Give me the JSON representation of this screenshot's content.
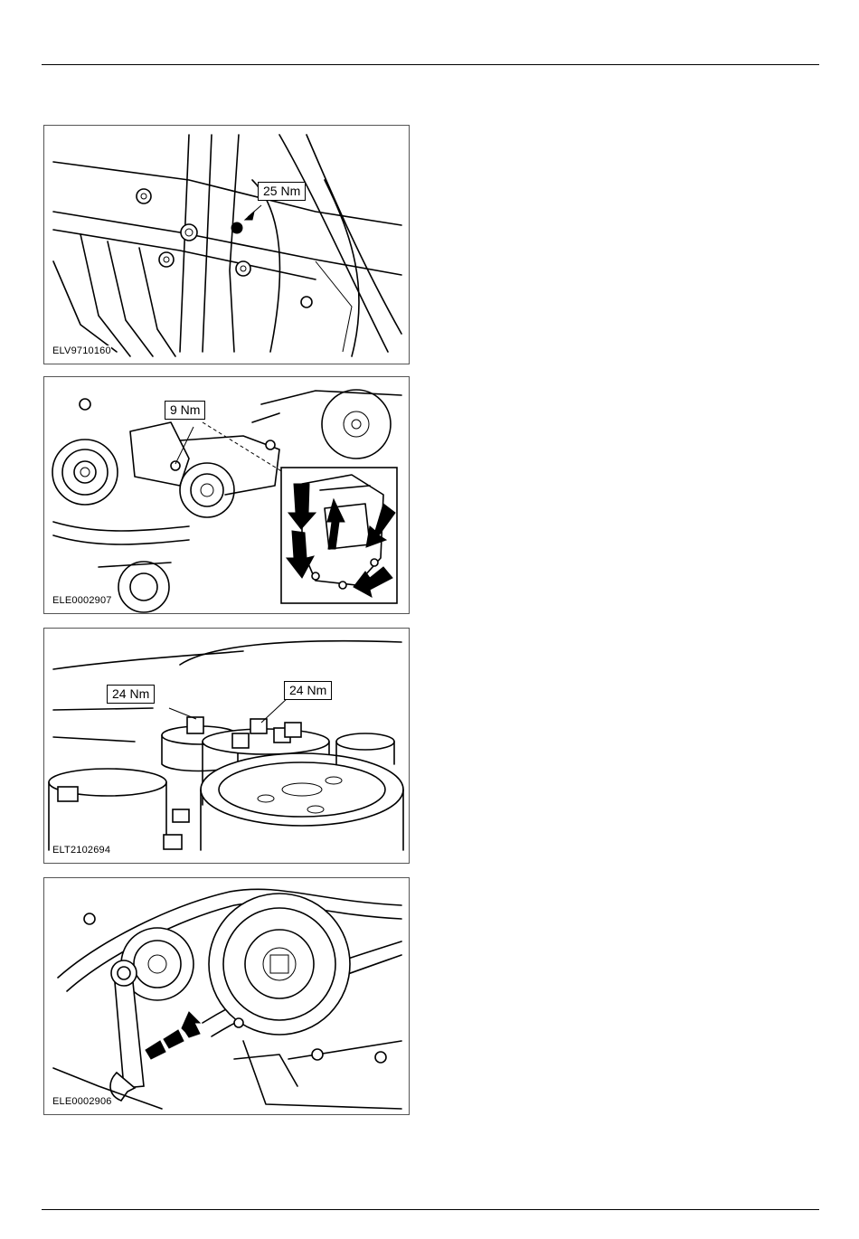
{
  "figures": [
    {
      "id": "ELV9710160",
      "torques": [
        "25 Nm"
      ]
    },
    {
      "id": "ELE0002907",
      "torques": [
        "9 Nm"
      ]
    },
    {
      "id": "ELT2102694",
      "torques": [
        "24 Nm",
        "24 Nm"
      ]
    },
    {
      "id": "ELE0002906",
      "torques": []
    }
  ]
}
